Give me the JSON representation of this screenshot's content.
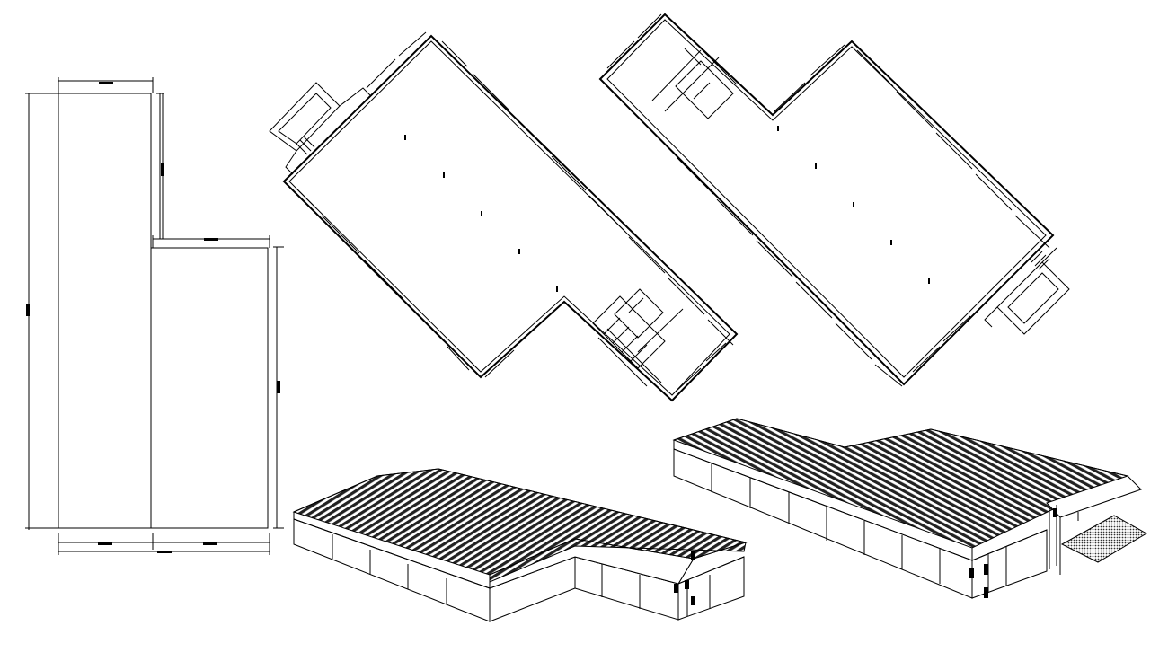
{
  "drawing": {
    "colors": {
      "ink": "#000000",
      "paper": "#ffffff",
      "roof_hatch": "#222222"
    },
    "views": [
      {
        "name": "plan-outline-view"
      },
      {
        "name": "floor-plan-rotated-left"
      },
      {
        "name": "floor-plan-rotated-right"
      },
      {
        "name": "isometric-view-left"
      },
      {
        "name": "isometric-view-right"
      }
    ]
  }
}
